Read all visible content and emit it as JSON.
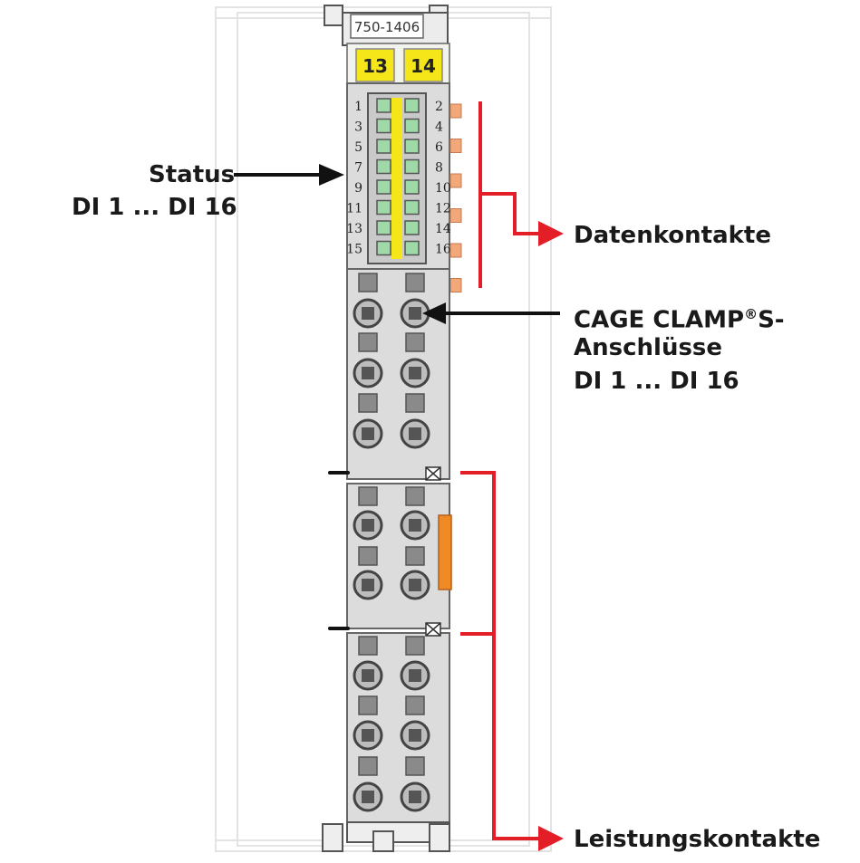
{
  "module": {
    "part_number": "750-1406",
    "tags": [
      "13",
      "14"
    ],
    "pins_left": [
      "1",
      "3",
      "5",
      "7",
      "9",
      "11",
      "13",
      "15"
    ],
    "pins_right": [
      "2",
      "4",
      "6",
      "8",
      "10",
      "12",
      "14",
      "16"
    ]
  },
  "labels": {
    "status_line1": "Status",
    "status_line2": "DI 1 ... DI 16",
    "data_contacts": "Datenkontakte",
    "cage_line1a": "CAGE CLAMP",
    "cage_reg": "®",
    "cage_line1b": "S-",
    "cage_line2": "Anschlüsse",
    "cage_line3": "DI 1 ... DI 16",
    "power_contacts": "Leistungskontakte"
  },
  "colors": {
    "housing": "#dcdcdc",
    "led_yellow": "#f5e61a",
    "led_green": "#9fd9a8",
    "accent_red": "#e41e26",
    "contact_orange": "#f2a878",
    "power_orange": "#f08a24"
  }
}
